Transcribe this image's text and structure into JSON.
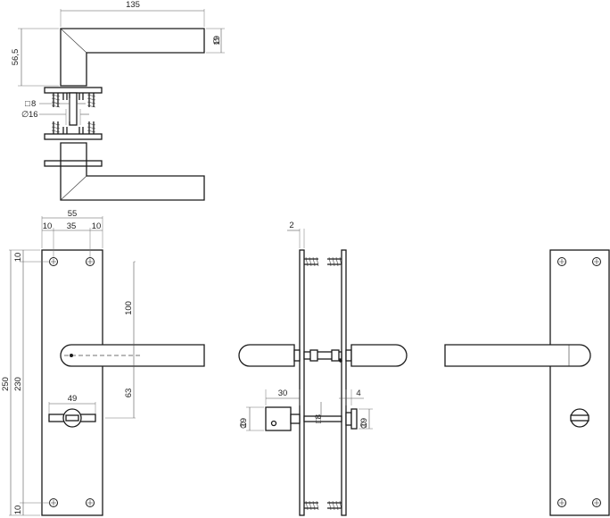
{
  "dimensions": {
    "handle_length": "135",
    "handle_height": "56,5",
    "handle_diameter": "19",
    "square_spindle": "8",
    "rose_diameter": "16",
    "plate_width": "55",
    "edge_left": "10",
    "hole_spacing_width": "35",
    "edge_right": "10",
    "plate_height": "250",
    "hole_spacing_height": "230",
    "edge_top": "10",
    "edge_bottom": "10",
    "handle_to_center": "100",
    "center_distance": "63",
    "wc_width": "49",
    "plate_thickness": "2",
    "spindle_length": "30",
    "wc_spindle": "8",
    "spindle_offset": "4",
    "side_diameter_left": "19",
    "side_diameter_right": "19"
  },
  "symbols": {
    "diameter": "∅",
    "square": "□"
  }
}
